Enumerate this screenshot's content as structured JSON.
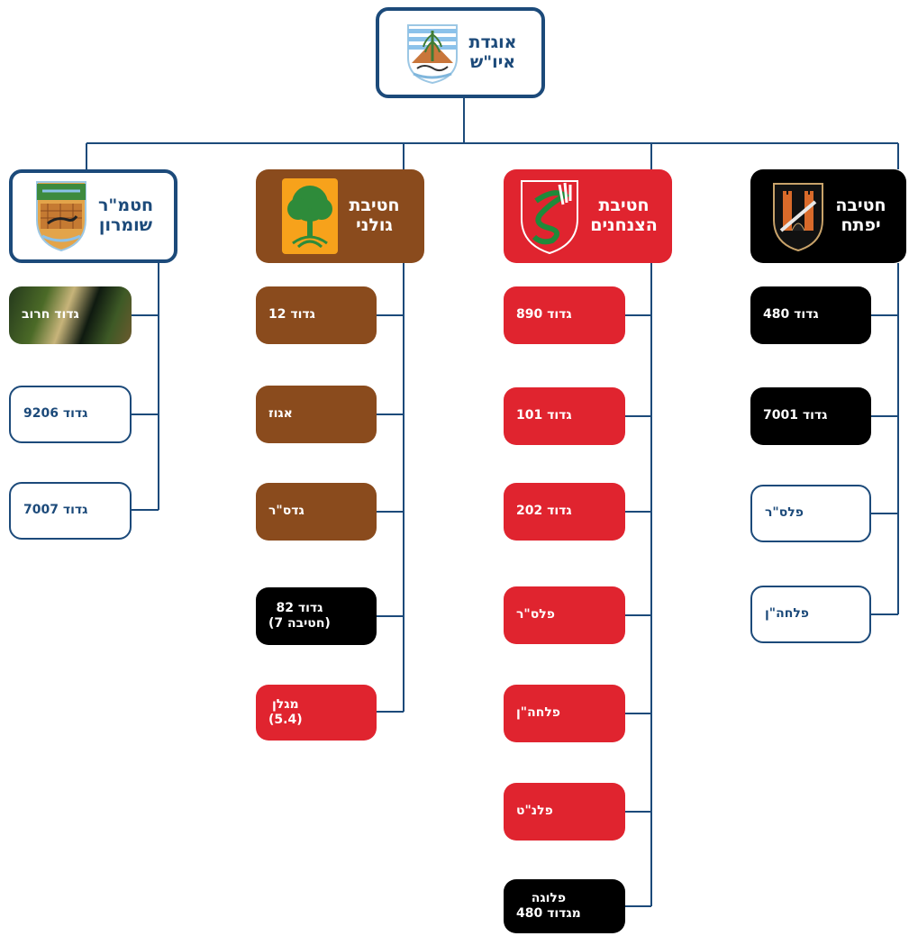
{
  "root": {
    "line1": "אוגדת",
    "line2": "איו\"ש",
    "emblem_icon": "division-judea-samaria-emblem-icon"
  },
  "brigades": [
    {
      "line1": "חטיבה",
      "line2": "יפתח",
      "color": "#000000",
      "emblem_icon": "yiftach-brigade-emblem-icon",
      "units": [
        {
          "line1": "גדוד 480",
          "line2": "",
          "style": "black"
        },
        {
          "line1": "גדוד 7001",
          "line2": "",
          "style": "black"
        },
        {
          "line1": "פלס\"ר",
          "line2": "",
          "style": "white"
        },
        {
          "line1": "פלחה\"ן",
          "line2": "",
          "style": "white"
        }
      ]
    },
    {
      "line1": "חטיבת",
      "line2": "הצנחנים",
      "color": "#e0242f",
      "emblem_icon": "paratroopers-brigade-emblem-icon",
      "units": [
        {
          "line1": "גדוד 890",
          "line2": "",
          "style": "red"
        },
        {
          "line1": "גדוד 101",
          "line2": "",
          "style": "red"
        },
        {
          "line1": "גדוד 202",
          "line2": "",
          "style": "red"
        },
        {
          "line1": "פלס\"ר",
          "line2": "",
          "style": "red"
        },
        {
          "line1": "פלחה\"ן",
          "line2": "",
          "style": "red"
        },
        {
          "line1": "פלנ\"ט",
          "line2": "",
          "style": "red"
        },
        {
          "line1": "פלוגה",
          "line2": "מגדוד 480",
          "style": "black"
        }
      ]
    },
    {
      "line1": "חטיבת",
      "line2": "גולני",
      "color": "#8a4b1d",
      "emblem_icon": "golani-brigade-emblem-icon",
      "units": [
        {
          "line1": "גדוד 12",
          "line2": "",
          "style": "brown"
        },
        {
          "line1": "אגוז",
          "line2": "",
          "style": "brown"
        },
        {
          "line1": "גדס\"ר",
          "line2": "",
          "style": "brown"
        },
        {
          "line1": "גדוד 82",
          "line2": "(חטיבה 7)",
          "style": "black"
        },
        {
          "line1": "מגלן",
          "line2": "(5.4)",
          "style": "red"
        }
      ]
    },
    {
      "line1": "חטמ\"ר",
      "line2": "שומרון",
      "color": "#1c4a7a",
      "emblem_icon": "samaria-brigade-emblem-icon",
      "units": [
        {
          "line1": "גדוד חרוב",
          "line2": "",
          "style": "camo"
        },
        {
          "line1": "גדוד 9206",
          "line2": "",
          "style": "white"
        },
        {
          "line1": "גדוד 7007",
          "line2": "",
          "style": "white"
        }
      ]
    }
  ]
}
